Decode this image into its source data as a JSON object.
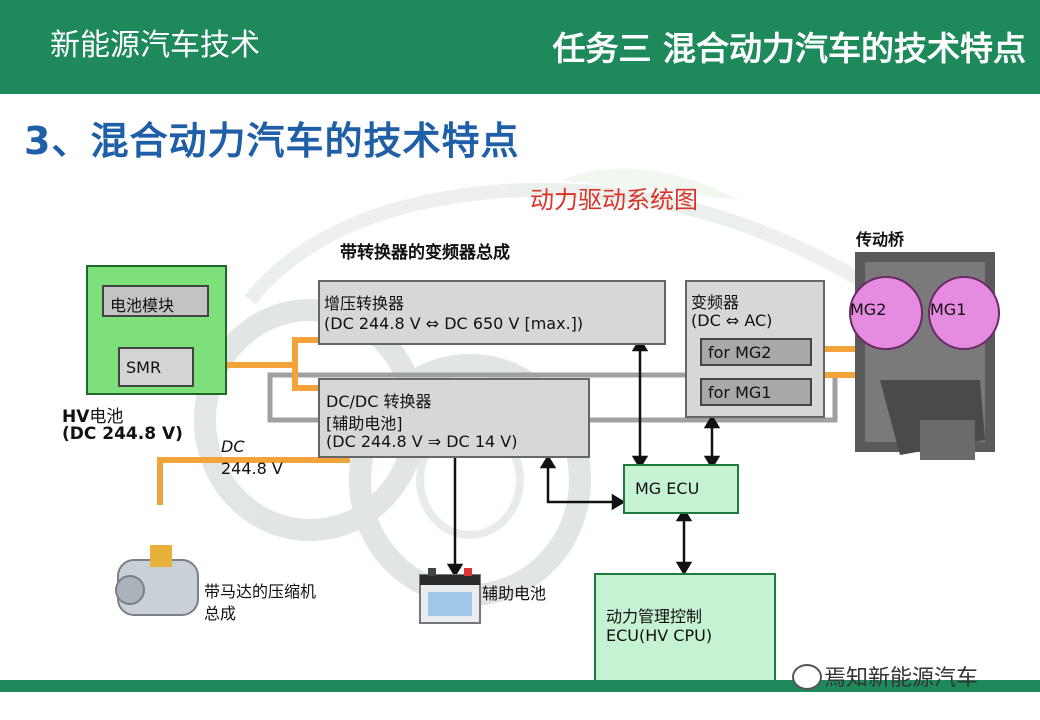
{
  "header": {
    "course": "新能源汽车技术",
    "task": "任务三 混合动力汽车的技术特点"
  },
  "section_title": "3、混合动力汽车的技术特点",
  "diagram": {
    "title": "动力驱动系统图",
    "inverter_assembly_label": "带转换器的变频器总成",
    "transaxle_label": "传动桥",
    "battery": {
      "module": "电池模块",
      "smr": "SMR",
      "name_prefix": "HV",
      "name_suffix": "电池",
      "voltage": "(DC 244.8 V)"
    },
    "boost": {
      "line1": "增压转换器",
      "line2": "(DC 244.8 V ⇔ DC 650 V [max.])"
    },
    "dcdc": {
      "line1": "DC/DC 转换器",
      "line2": "[辅助电池]",
      "line3": "(DC 244.8 V ⇒ DC 14 V)"
    },
    "inverter": {
      "line1": "变频器",
      "line2": "(DC ⇔ AC)",
      "mg2": "for MG2",
      "mg1": "for MG1"
    },
    "mg_ecu": "MG ECU",
    "power_ecu": {
      "line1": "动力管理控制",
      "line2": "ECU(HV CPU)"
    },
    "dc_label": {
      "line1": "DC",
      "line2": "244.8 V"
    },
    "compressor": {
      "line1": "带马达的压缩机",
      "line2": "总成"
    },
    "aux_battery": "辅助电池",
    "motor_labels": {
      "mg2": "MG2",
      "mg1": "MG1"
    }
  },
  "watermark": "焉知新能源汽车",
  "colors": {
    "header_green": "#1e8a5c",
    "title_blue": "#1f5fa8",
    "diagram_title_red": "#d9342b",
    "power_line_orange": "#f2a33a",
    "motor_pink": "#e68ce0"
  }
}
